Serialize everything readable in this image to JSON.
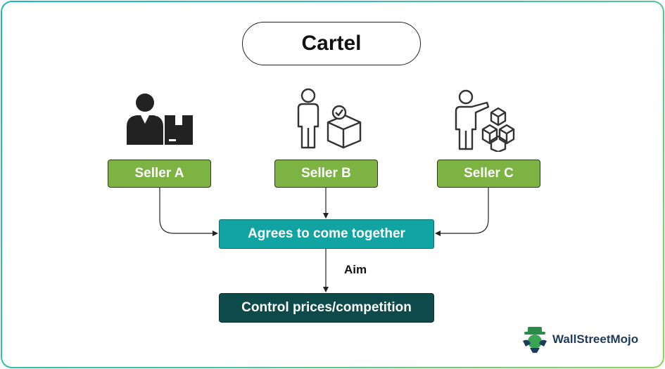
{
  "title": "Cartel",
  "sellers": [
    {
      "label": "Seller A",
      "icon": "seller-with-box-icon"
    },
    {
      "label": "Seller B",
      "icon": "person-with-checked-box-icon"
    },
    {
      "label": "Seller C",
      "icon": "person-with-stacked-boxes-icon"
    }
  ],
  "agreement": "Agrees to come together",
  "aim_label": "Aim",
  "outcome": "Control prices/competition",
  "brand": "WallStreetMojo",
  "colors": {
    "seller_green": "#7cb342",
    "teal": "#12a3a3",
    "dark_teal": "#0f4a4a",
    "border_gradient_start": "#19b6c4",
    "border_gradient_end": "#8fd35a"
  }
}
